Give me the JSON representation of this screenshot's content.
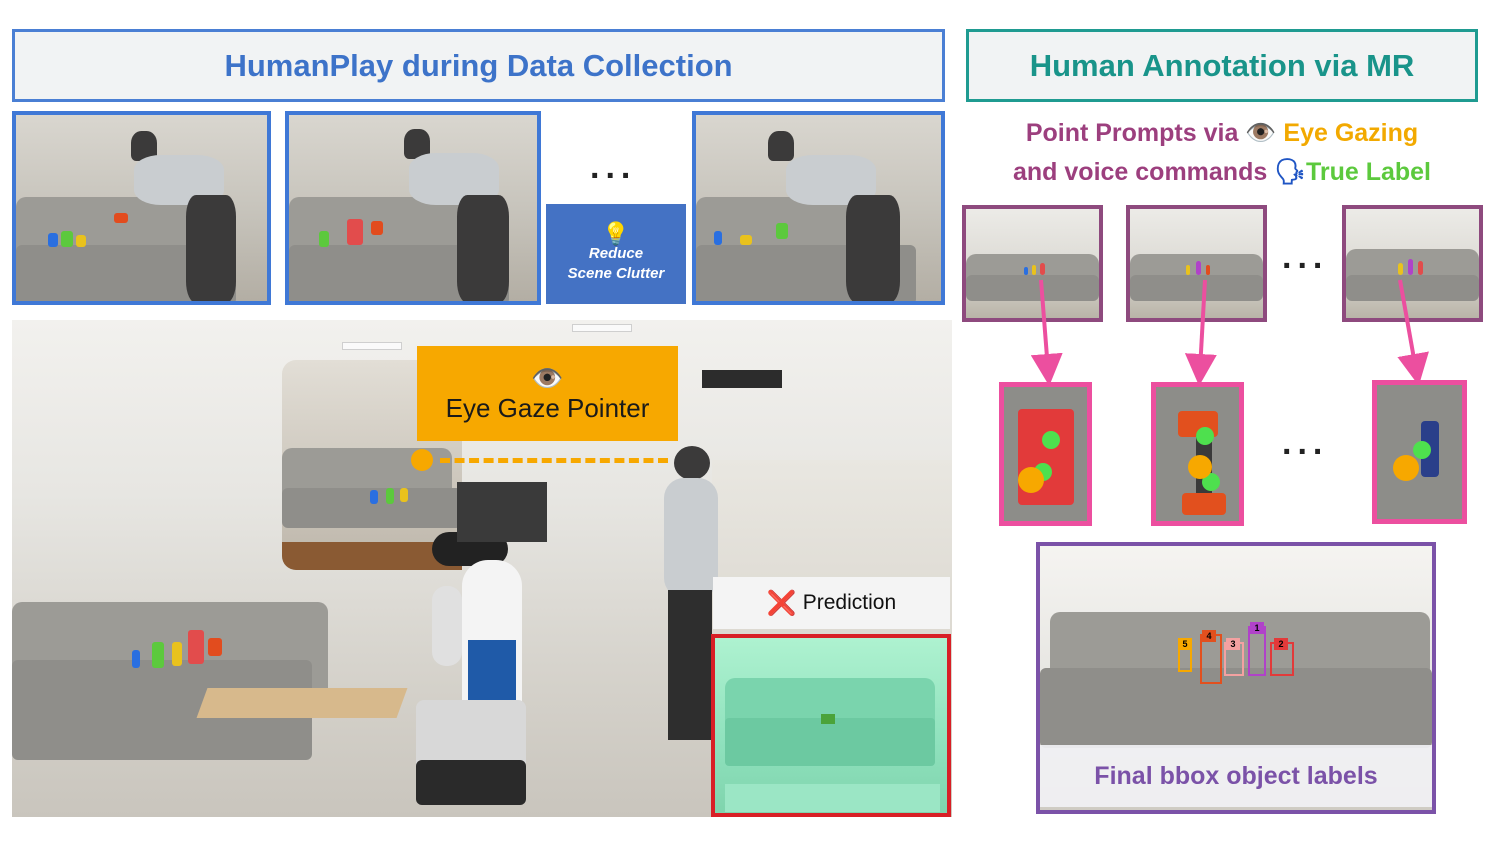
{
  "left_panel": {
    "title": "HumanPlay during Data Collection",
    "ellipsis": "...",
    "tip_icon": "lightbulb-icon",
    "tip_line1": "Reduce",
    "tip_line2": "Scene Clutter",
    "gaze_icon": "eye-icon",
    "gaze_label": "Eye Gaze Pointer",
    "prediction_icon": "cross-mark-icon",
    "prediction_label": "Prediction"
  },
  "right_panel": {
    "title": "Human Annotation via MR",
    "prompt_part1": "Point Prompts via",
    "eye_icon": "eye-icon",
    "prompt_part2": "Eye Gazing",
    "prompt_part3": "and voice commands",
    "speaker_icon": "speaking-head-icon",
    "prompt_part4": "True Label",
    "ellipsis": "...",
    "final_caption": "Final bbox object labels",
    "bbox_labels": [
      "5",
      "4",
      "3",
      "1",
      "2"
    ]
  },
  "colors": {
    "left_accent": "#4a7fd4",
    "right_accent": "#1f9b91",
    "gaze_orange": "#f7a800",
    "prompt_purple": "#9c3f7e",
    "eye_gaze_yellow": "#f2a900",
    "true_label_green": "#5cc93d",
    "arrow_pink": "#ec4f9f",
    "prediction_red": "#d81f26",
    "final_purple": "#7b52a8"
  }
}
